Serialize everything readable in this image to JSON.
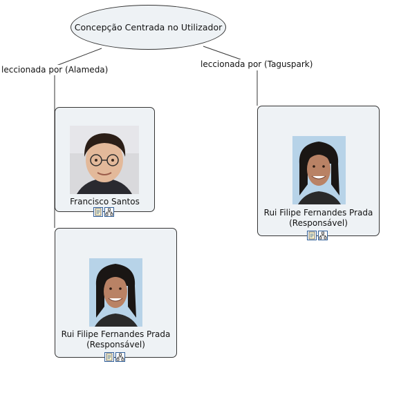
{
  "diagram": {
    "root": {
      "label": "Concepção Centrada no Utilizador"
    },
    "links": [
      {
        "label": "leccionada por (Alameda)"
      },
      {
        "label": "leccionada por (Taguspark)"
      }
    ],
    "cards": [
      {
        "name_line1": "Francisco Santos",
        "name_line2": ""
      },
      {
        "name_line1": "Rui Filipe Fernandes Prada",
        "name_line2": "(Responsável)"
      },
      {
        "name_line1": "Rui Filipe Fernandes Prada",
        "name_line2": "(Responsável)"
      }
    ],
    "icons": {
      "resource": "document-icon",
      "submap": "hierarchy-icon"
    },
    "colors": {
      "node_fill": "#eef2f5",
      "border": "#333333",
      "icon_border": "#2f5e98"
    }
  }
}
